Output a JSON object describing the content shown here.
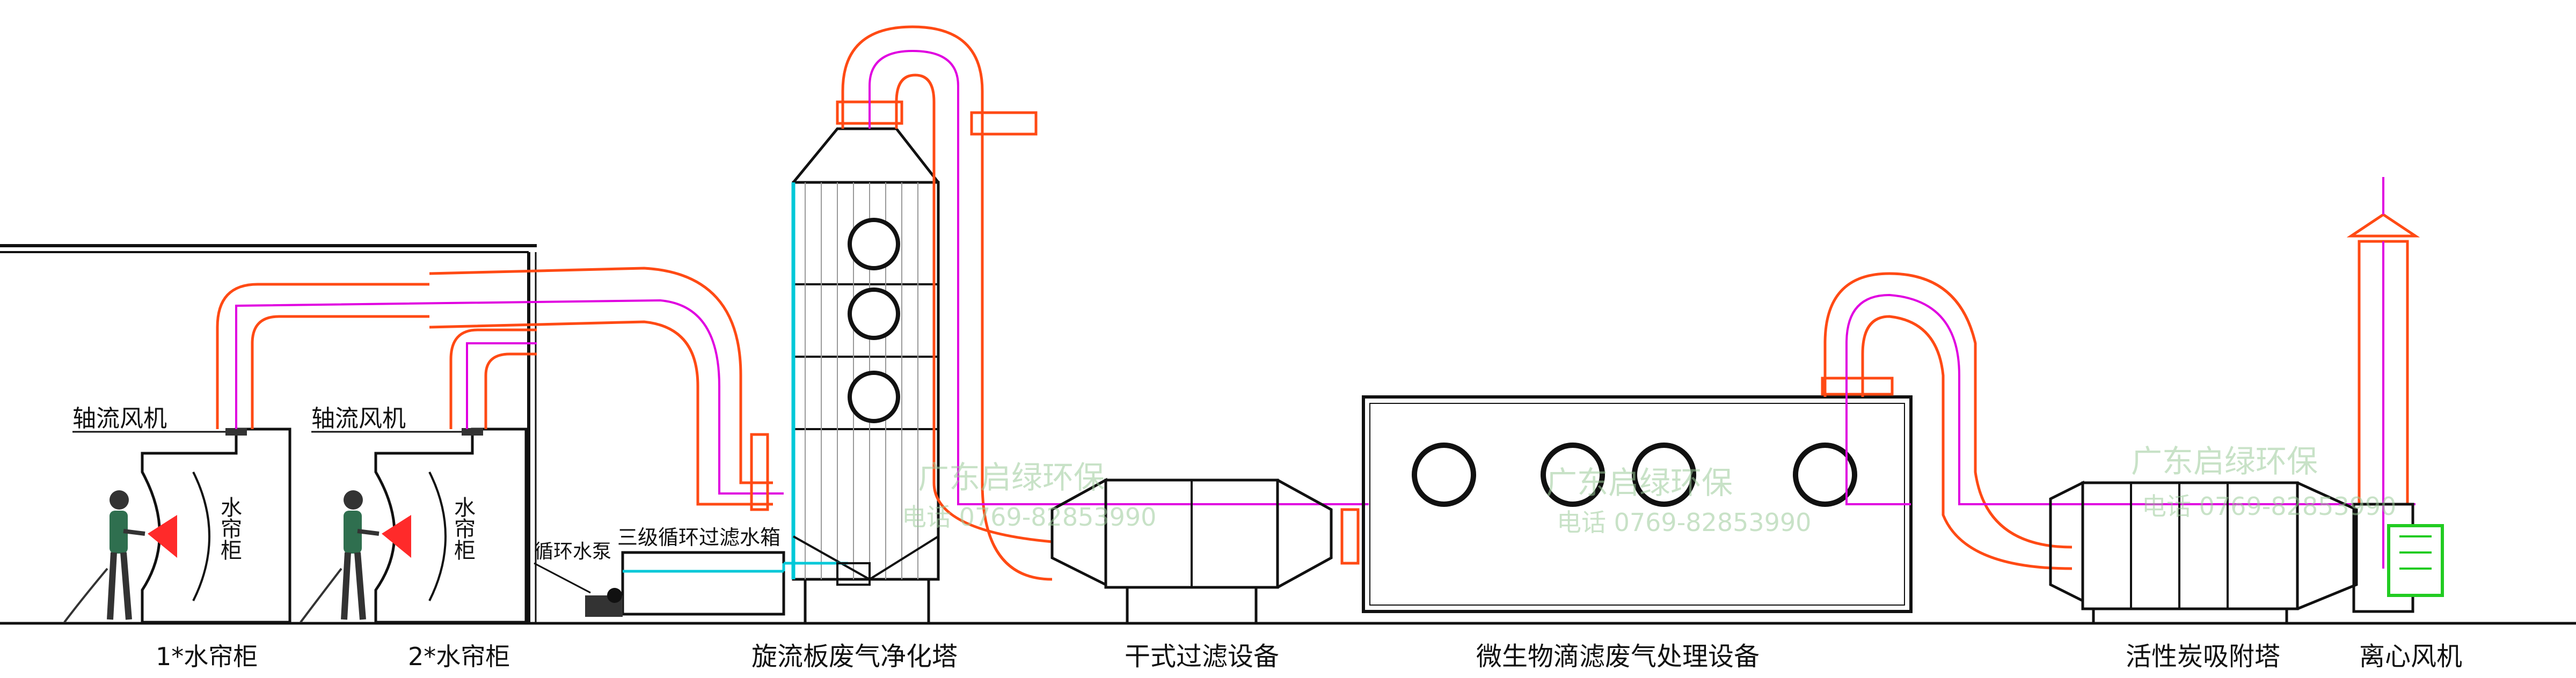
{
  "diagram": {
    "equipment_labels": {
      "booth1": "1*水帘柜",
      "booth2": "2*水帘柜",
      "cyclone_tower": "旋流板废气净化塔",
      "dry_filter": "干式过滤设备",
      "bio_filter": "微生物滴滤废气处理设备",
      "carbon_tower": "活性炭吸附塔",
      "centrifugal_fan": "离心风机"
    },
    "callouts": {
      "axial_fan_1": "轴流风机",
      "axial_fan_2": "轴流风机",
      "water_curtain_1": "水帘柜",
      "water_curtain_2": "水帘柜",
      "pump": "循环水泵",
      "water_tank": "三级循环过滤水箱"
    },
    "watermark": {
      "company": "广东启绿环保",
      "phone": "电话 0769-82853990",
      "phone_partial_1": "电话 0769-82853990",
      "phone_partial_3": "电话 0769-82853990"
    },
    "colors": {
      "duct": "#ff4a14",
      "flow_line": "#e000e0",
      "water_line": "#00c8d8",
      "equipment_outline": "#111111",
      "fan_green": "#22cc22"
    }
  }
}
